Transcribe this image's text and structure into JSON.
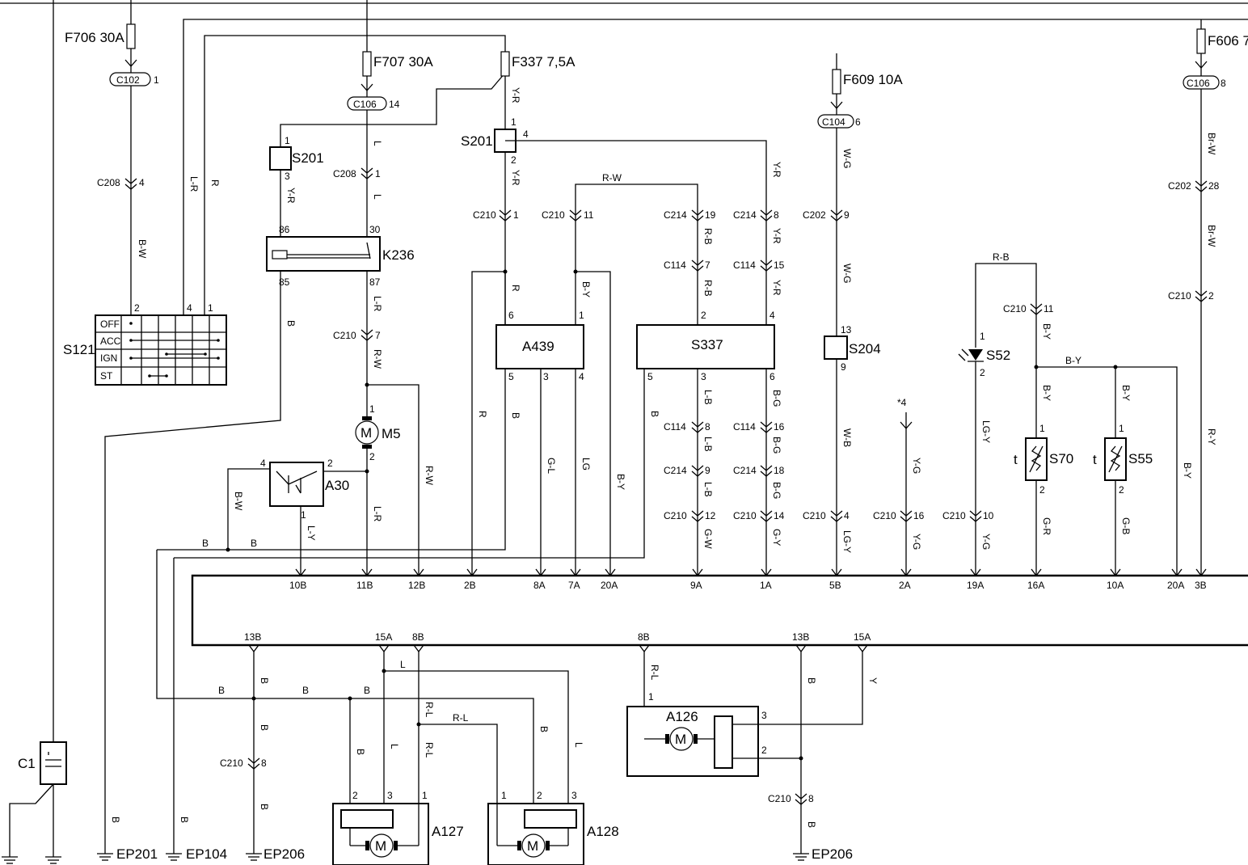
{
  "fuses": {
    "f706": "F706 30A",
    "f707": "F707 30A",
    "f337": "F337 7,5A",
    "f609": "F609 10A",
    "f606": "F606 7"
  },
  "connectors": {
    "c102": "C102",
    "c102_pin": "1",
    "c106a": "C106",
    "c106a_pin": "14",
    "c104": "C104",
    "c104_pin": "6",
    "c106b": "C106",
    "c106b_pin": "8",
    "c208a": "C208",
    "c208a_pin": "4",
    "c208b": "C208",
    "c208b_pin": "1",
    "c210_1": "C210",
    "c210_1_pin": "1",
    "c210_11": "C210",
    "c210_11_pin": "11",
    "c210_7": "C210",
    "c210_7_pin": "7",
    "c214_19": "C214",
    "c214_19_pin": "19",
    "c214_8": "C214",
    "c214_8_pin": "8",
    "c114_7": "C114",
    "c114_7_pin": "7",
    "c114_15": "C114",
    "c114_15_pin": "15",
    "c202_9": "C202",
    "c202_9_pin": "9",
    "c202_28": "C202",
    "c202_28_pin": "28",
    "c210_2": "C210",
    "c210_2_pin": "2",
    "c210_11b": "C210",
    "c210_11b_pin": "11",
    "c114_8": "C114",
    "c114_8_pin": "8",
    "c114_16": "C114",
    "c114_16_pin": "16",
    "c214_9": "C214",
    "c214_9_pin": "9",
    "c214_18": "C214",
    "c214_18_pin": "18",
    "c210_12": "C210",
    "c210_12_pin": "12",
    "c210_14": "C210",
    "c210_14_pin": "14",
    "c210_4": "C210",
    "c210_4_pin": "4",
    "c210_16": "C210",
    "c210_16_pin": "16",
    "c210_10": "C210",
    "c210_10_pin": "10",
    "c210_8a": "C210",
    "c210_8a_pin": "8",
    "c210_8b": "C210",
    "c210_8b_pin": "8"
  },
  "components": {
    "s121": "S121",
    "s201a": "S201",
    "s201b": "S201",
    "k236": "K236",
    "a439": "A439",
    "s337": "S337",
    "s204": "S204",
    "s52": "S52",
    "s70": "S70",
    "s55": "S55",
    "m5": "M5",
    "a30": "A30",
    "a126": "A126",
    "a127": "A127",
    "a128": "A128",
    "c1": "C1",
    "motor": "M",
    "therm": "t",
    "star4": "*4"
  },
  "switch_rows": [
    "OFF",
    "ACC",
    "IGN",
    "ST"
  ],
  "grounds": {
    "ep201": "EP201",
    "ep104": "EP104",
    "ep206a": "EP206",
    "ep206b": "EP206"
  },
  "wire_colors": {
    "bw": "B-W",
    "lr": "L-R",
    "r": "R",
    "yr": "Y-R",
    "l": "L",
    "b": "B",
    "rw": "R-W",
    "by": "B-Y",
    "rb": "R-B",
    "wg": "W-G",
    "brw": "Br-W",
    "gl": "G-L",
    "lg": "LG",
    "lb": "L-B",
    "bg": "B-G",
    "gw": "G-W",
    "gy": "G-Y",
    "wb": "W-B",
    "lgy": "LG-Y",
    "yg": "Y-G",
    "gr": "G-R",
    "gb": "G-B",
    "ry": "R-Y",
    "ly": "L-Y",
    "rl": "R-L",
    "y": "Y"
  },
  "pins_top": [
    "10B",
    "11B",
    "12B",
    "2B",
    "8A",
    "7A",
    "20A",
    "9A",
    "1A",
    "5B",
    "2A",
    "19A",
    "16A",
    "10A",
    "20A",
    "3B"
  ],
  "pins_bottom": [
    "13B",
    "15A",
    "8B",
    "8B",
    "13B",
    "15A"
  ],
  "pin_numbers": {
    "p1": "1",
    "p2": "2",
    "p3": "3",
    "p4": "4",
    "p5": "5",
    "p6": "6",
    "p8": "8",
    "p9": "9",
    "p13": "13",
    "p30": "30",
    "p85": "85",
    "p86": "86",
    "p87": "87"
  }
}
